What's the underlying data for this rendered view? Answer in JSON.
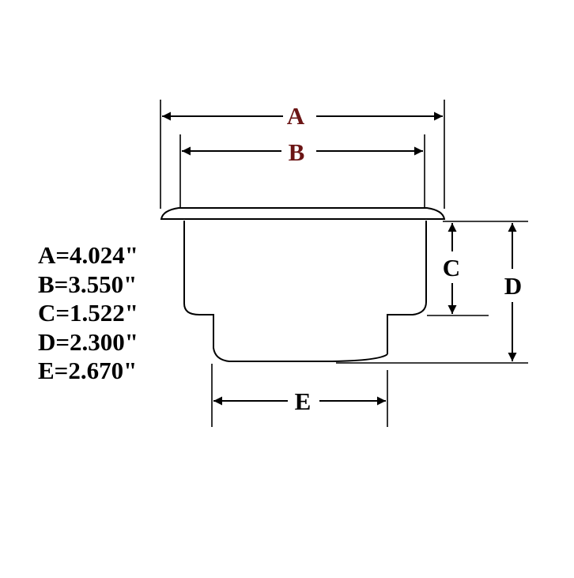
{
  "labels": {
    "a": "A",
    "b": "B",
    "c": "C",
    "d": "D",
    "e": "E"
  },
  "dimensions": [
    "A=4.024\"",
    "B=3.550\"",
    "C=1.522\"",
    "D=2.300\"",
    "E=2.670\""
  ],
  "colors": {
    "line": "#000000",
    "label_top": "#6b1515",
    "label_side": "#000000",
    "background": "#ffffff"
  }
}
